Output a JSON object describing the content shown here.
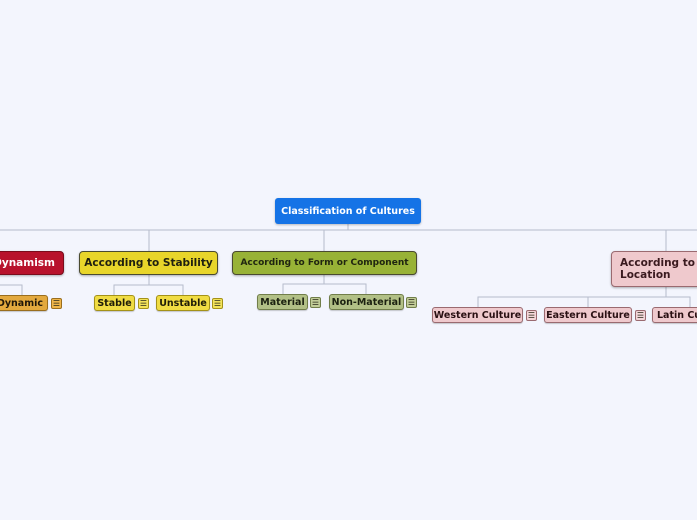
{
  "map": {
    "root": "Classification of Cultures",
    "branches": {
      "dynamism": "Dynamism",
      "stability": "According to Stability",
      "form": "According to Form or Component",
      "location": "According to G\nLocation"
    },
    "topics": {
      "dynamic": "Dynamic",
      "stable": "Stable",
      "unstable": "Unstable",
      "material": "Material",
      "non_material": "Non-Material",
      "western": "Western Culture",
      "eastern": "Eastern Culture",
      "latin": "Latin Cu"
    },
    "note_glyph": "☰"
  },
  "colors": {
    "background": "#f3f5fd",
    "root": "#1573e6",
    "dynamism": "#b8122c",
    "stability": "#e8d52a",
    "form": "#98b236",
    "location": "#efc9cd"
  }
}
